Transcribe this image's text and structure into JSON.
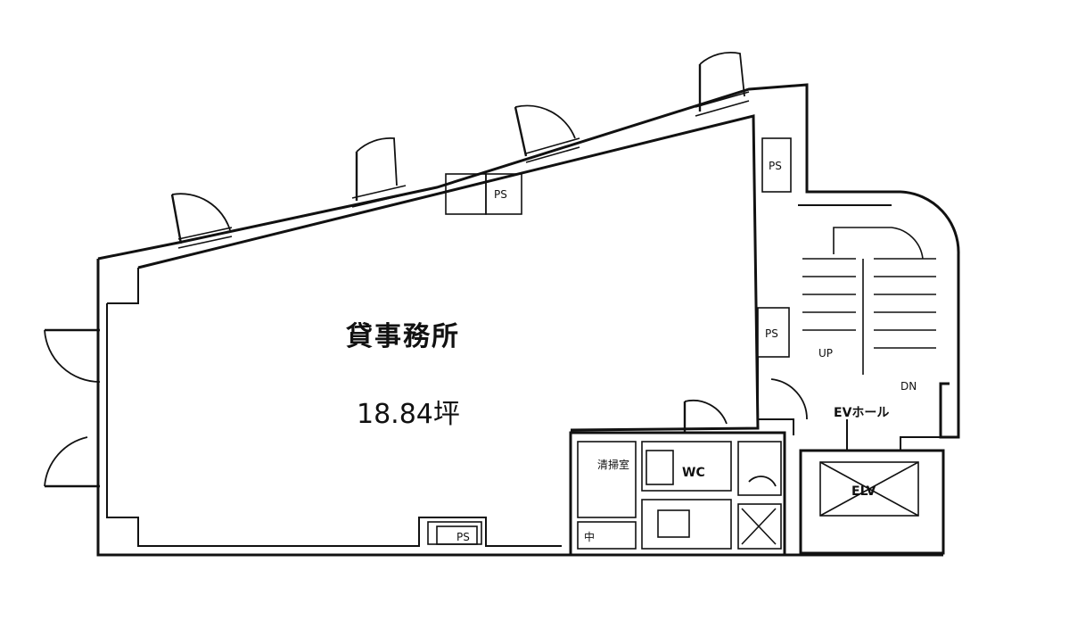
{
  "plan": {
    "office_label": "貸事務所",
    "office_area": "18.84坪",
    "ps_label": "PS",
    "wc_label": "WC",
    "ev_hall_label": "EVホール",
    "ev_label": "ELV",
    "up_label": "UP",
    "dn_label": "DN",
    "cleaning_room_label": "清掃室",
    "kitchen_label": "中"
  }
}
